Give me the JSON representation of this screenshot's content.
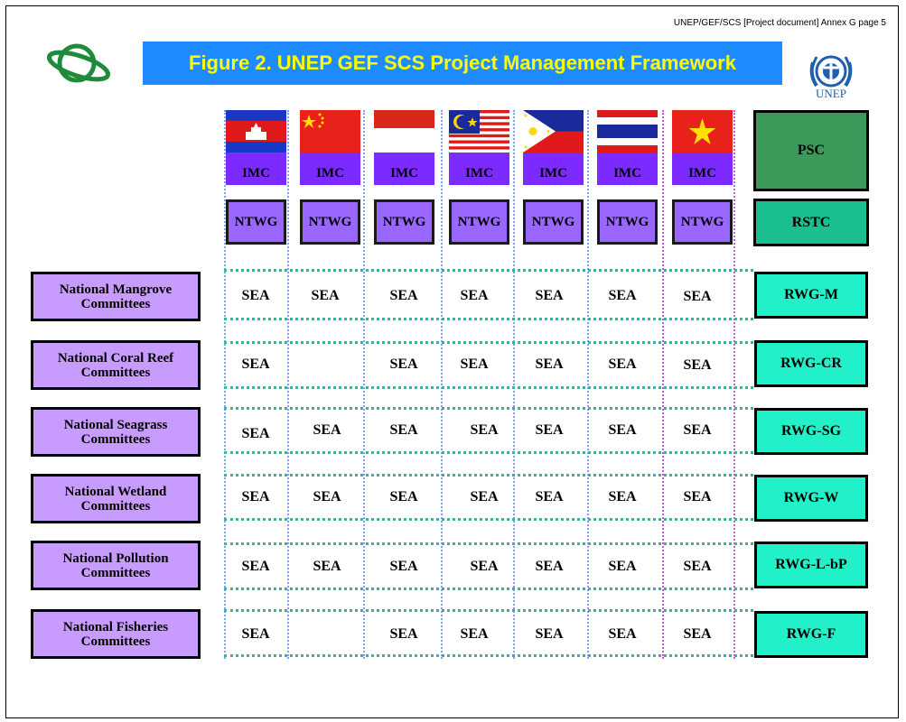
{
  "header_note": "UNEP/GEF/SCS [Project document] Annex G page 5",
  "title": "Figure 2.  UNEP GEF SCS Project Management Framework",
  "unep_label": "UNEP",
  "country_flags": [
    "cambodia-flag",
    "china-flag",
    "indonesia-flag",
    "malaysia-flag",
    "philippines-flag",
    "thailand-flag",
    "vietnam-flag"
  ],
  "imc_label": "IMC",
  "ntwg_label": "NTWG",
  "psc_label": "PSC",
  "rstc_label": "RSTC",
  "rows": [
    {
      "committee": "National Mangrove Committees",
      "rwg": "RWG-M",
      "sea": [
        "SEA",
        "SEA",
        "SEA",
        "SEA",
        "SEA",
        "SEA",
        "SEA"
      ]
    },
    {
      "committee": "National Coral Reef Committees",
      "rwg": "RWG-CR",
      "sea": [
        "SEA",
        "",
        "SEA",
        "SEA",
        "SEA",
        "SEA",
        "SEA"
      ]
    },
    {
      "committee": "National Seagrass Committees",
      "rwg": "RWG-SG",
      "sea": [
        "SEA",
        "SEA",
        "SEA",
        "SEA",
        "SEA",
        "SEA",
        "SEA"
      ]
    },
    {
      "committee": "National Wetland Committees",
      "rwg": "RWG-W",
      "sea": [
        "SEA",
        "SEA",
        "SEA",
        "SEA",
        "SEA",
        "SEA",
        "SEA"
      ]
    },
    {
      "committee": "National Pollution Committees",
      "rwg": "RWG-L-bP",
      "sea": [
        "SEA",
        "SEA",
        "SEA",
        "SEA",
        "SEA",
        "SEA",
        "SEA"
      ]
    },
    {
      "committee": "National Fisheries Committees",
      "rwg": "RWG-F",
      "sea": [
        "SEA",
        "",
        "SEA",
        "SEA",
        "SEA",
        "SEA",
        "SEA"
      ]
    }
  ],
  "colors": {
    "title_bg": "#1e8cff",
    "title_text": "#ffff00",
    "imc": "#7b2bff",
    "ntwg": "#9966ff",
    "committee": "#c89cff",
    "rwg": "#22f0c8",
    "psc": "#3a9a5a",
    "rstc": "#1bbf8f"
  }
}
